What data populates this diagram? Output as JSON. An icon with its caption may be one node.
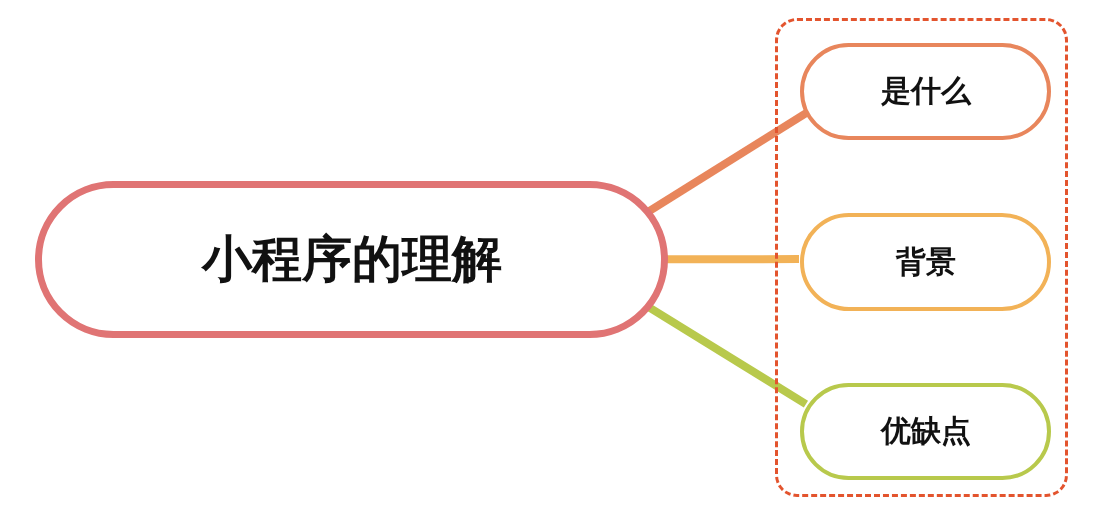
{
  "diagram": {
    "nodes": [
      {
        "text": [
          "小程序的理解"
        ]
      },
      {
        "text": [],
        "shape": "box"
      },
      {
        "text": [
          "是什么"
        ],
        "in": 1
      },
      {
        "text": [
          "背景"
        ],
        "in": 1
      },
      {
        "text": [
          "优缺点"
        ],
        "in": 1
      }
    ],
    "edges": [
      {
        "from": 0,
        "to": 2,
        "arrow": "none",
        "color": "#e8865c"
      },
      {
        "from": 0,
        "to": 3,
        "arrow": "none",
        "color": "#f2b257"
      },
      {
        "from": 0,
        "to": 4,
        "arrow": "none",
        "color": "#b8c94c"
      }
    ]
  }
}
